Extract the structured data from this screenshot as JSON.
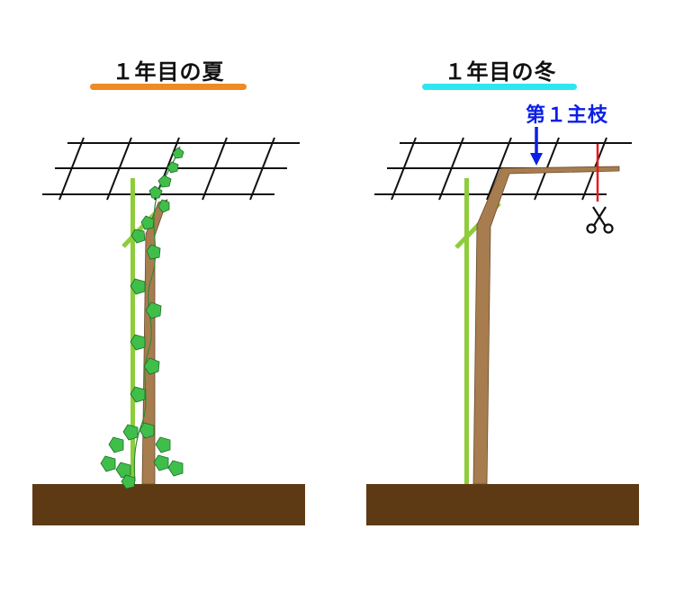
{
  "left_panel": {
    "title": "１年目の夏",
    "underline_color": "#f08a24"
  },
  "right_panel": {
    "title": "１年目の冬",
    "underline_color": "#2ee6f0",
    "branch_label": "第１主枝",
    "branch_label_color": "#0b1fe6",
    "arrow_color": "#0b1fe6",
    "cut_line_color": "#e51b1b",
    "cut_icon": "scissors-icon"
  },
  "colors": {
    "soil": "#5e3a14",
    "trunk": "#a77d4f",
    "stake": "#8fcc3c",
    "leaf": "#3fbf4a",
    "trellis": "#111111"
  }
}
